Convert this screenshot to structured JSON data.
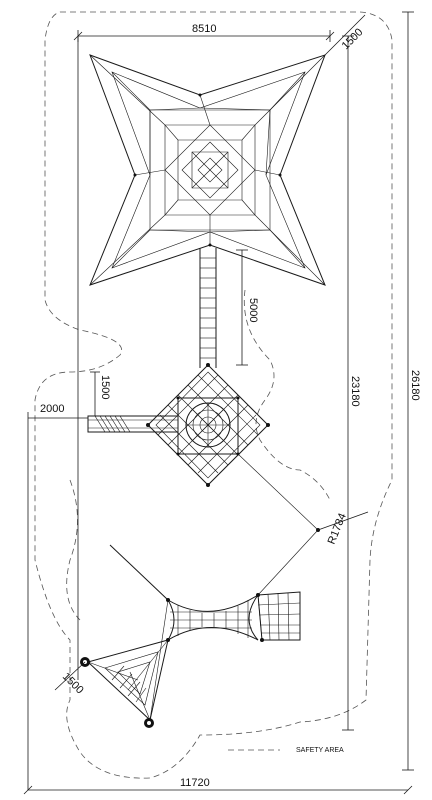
{
  "dimensions": {
    "top_width": "8510",
    "top_right_offset": "1500",
    "bridge_length": "5000",
    "side_offset": "1500",
    "left_offset": "2000",
    "radius": "R1784",
    "inner_height": "23180",
    "total_height": "26180",
    "total_width": "11720",
    "bottom_left_offset": "1500"
  },
  "legend": {
    "safety_area": "SAFETY AREA"
  }
}
